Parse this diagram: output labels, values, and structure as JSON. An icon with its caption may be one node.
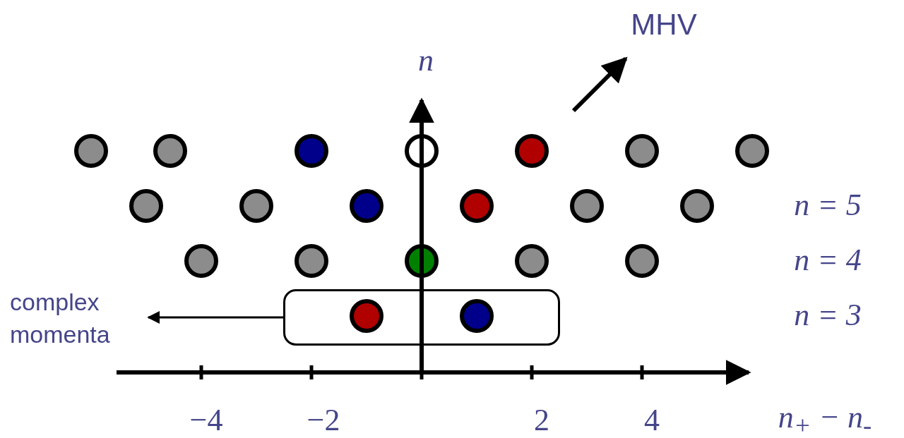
{
  "diagram": {
    "nodes": [
      {
        "text": [],
        "shape": "box"
      },
      {
        "text": [
          "complex momenta"
        ]
      }
    ],
    "edges": [
      {
        "from": 0,
        "to": 1,
        "arrow": "to"
      }
    ],
    "labels": [
      "MHV",
      "n",
      "n = 5",
      "n = 4",
      "n = 3",
      "−4",
      "−2",
      "2",
      "4",
      "n$_{+}$ − n$_{-}$"
    ]
  }
}
